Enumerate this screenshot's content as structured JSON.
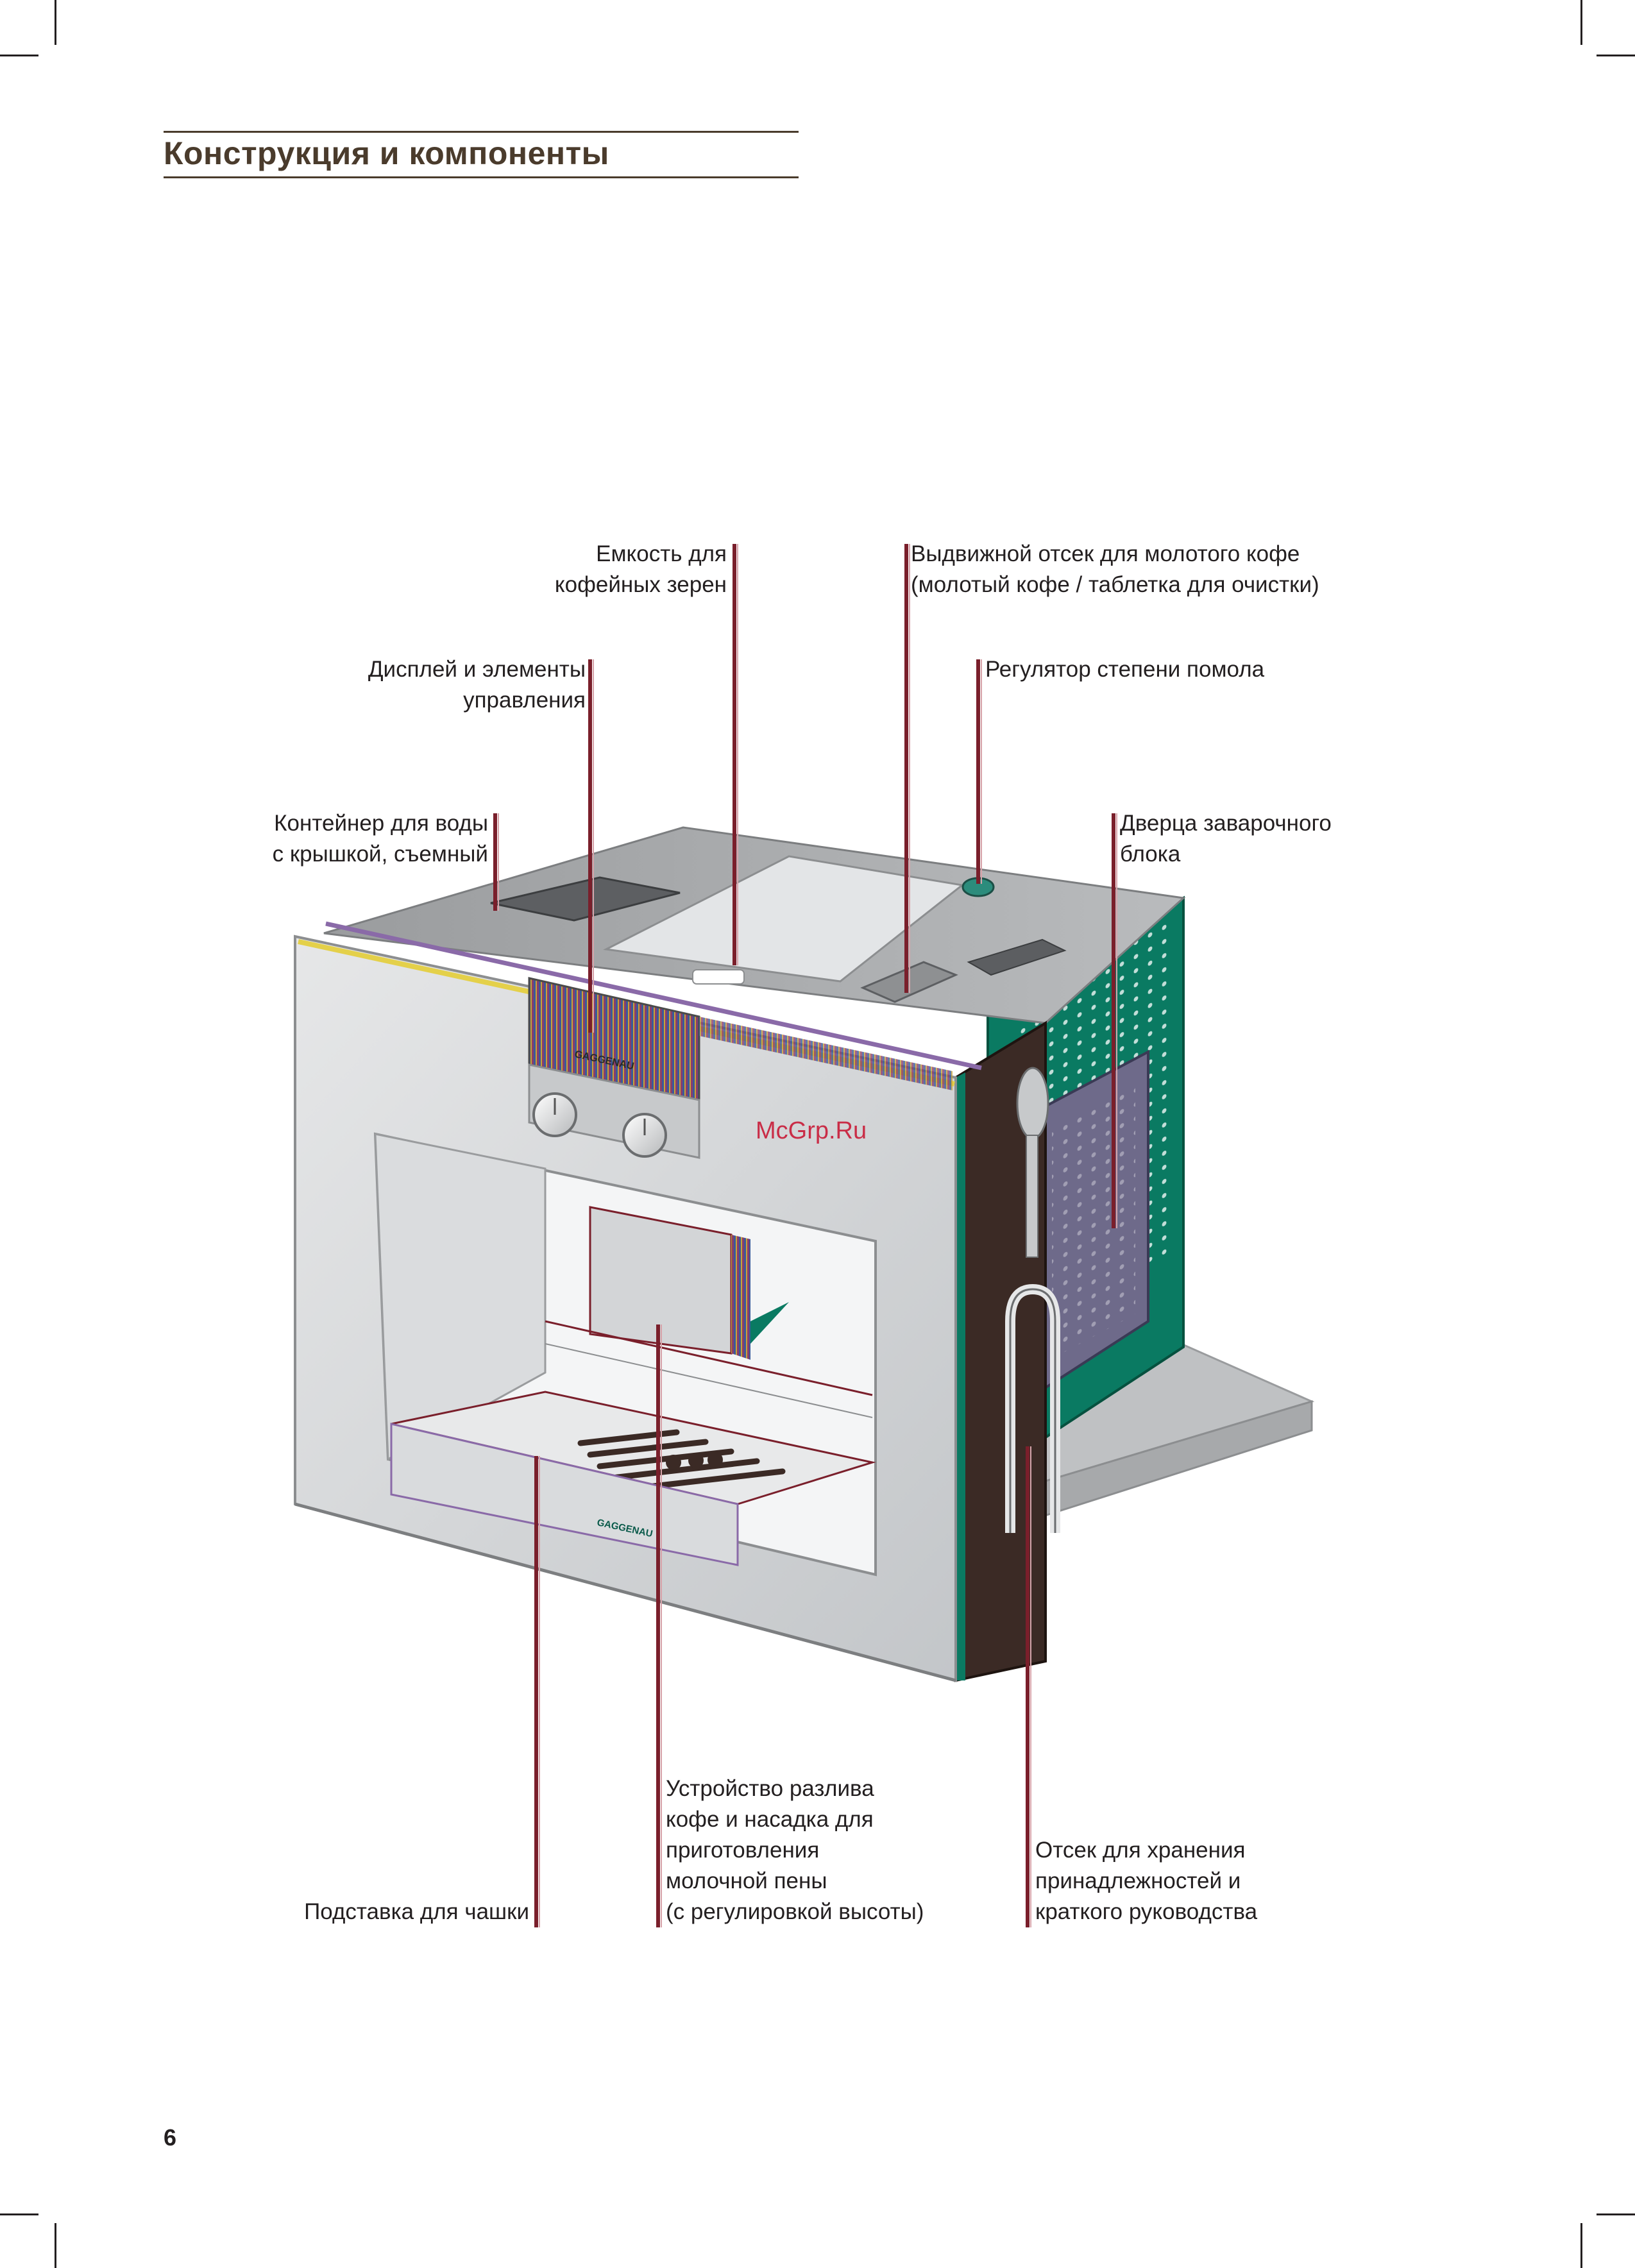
{
  "page": {
    "title": "Конструкция и компоненты",
    "page_number": "6",
    "watermark": "McGrp.Ru"
  },
  "colors": {
    "leader": "#7a1f2b",
    "title": "#4a3b2c",
    "steel": "#d2d4d6",
    "green": "#0a7a62",
    "watermark": "#c8102e"
  },
  "brand": "GAGGENAU",
  "callouts": {
    "bean_container": {
      "lines": [
        "Емкость для",
        "кофейных зерен"
      ]
    },
    "ground_drawer": {
      "lines": [
        "Выдвижной отсек для молотого кофе",
        "(молотый кофе / таблетка для очистки)"
      ]
    },
    "display_controls": {
      "lines": [
        "Дисплей и элементы",
        "управления"
      ]
    },
    "grind_regulator": {
      "lines": [
        "Регулятор степени помола"
      ]
    },
    "water_tank": {
      "lines": [
        "Контейнер для воды",
        "с крышкой, съемный"
      ]
    },
    "brew_door": {
      "lines": [
        "Дверца заварочного",
        "блока"
      ]
    },
    "dispenser": {
      "lines": [
        "Устройство разлива",
        "кофе и насадка для",
        "приготовления",
        "молочной пены",
        "(с регулировкой высоты)"
      ]
    },
    "accessory_compartment": {
      "lines": [
        "Отсек для хранения",
        "принадлежностей и",
        "краткого руководства"
      ]
    },
    "cup_stand": {
      "lines": [
        "Подставка для чашки"
      ]
    }
  }
}
